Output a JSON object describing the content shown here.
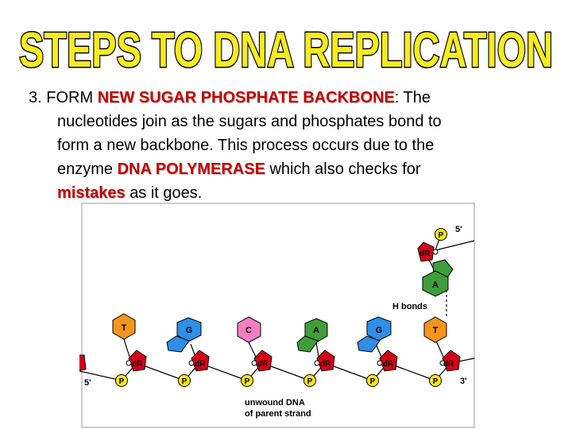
{
  "title": "STEPS TO DNA REPLICATION",
  "body": {
    "num": "3.",
    "lead": "FORM",
    "term1": "NEW SUGAR PHOSPHATE BACKBONE",
    "t1": ":  The",
    "line2": "nucleotides join as the sugars and phosphates bond to",
    "line3": "form a new backbone.  This process occurs due to the",
    "line4_pre": "enzyme",
    "term2": "DNA POLYMERASE",
    "line4_post": "which also checks for",
    "term3": "mistakes",
    "line5_post": "as it goes."
  },
  "diagram": {
    "five_prime_top": "5'",
    "five_prime_bottom": "5'",
    "three_prime": "3'",
    "h_bonds": "H bonds",
    "sugar": "dR",
    "phosphate": "P",
    "caption_line1": "unwound DNA",
    "caption_line2": "of parent strand",
    "bases": [
      "T",
      "G",
      "C",
      "A",
      "G",
      "T"
    ],
    "new_base": "A",
    "colors": {
      "T": "#f5951f",
      "G": "#2f8ee8",
      "C": "#f37fc3",
      "A": "#3f9e3b",
      "sugar": "#d4001a",
      "phosphate": "#f7e81a",
      "title_fill": "#f7ec1e"
    }
  }
}
